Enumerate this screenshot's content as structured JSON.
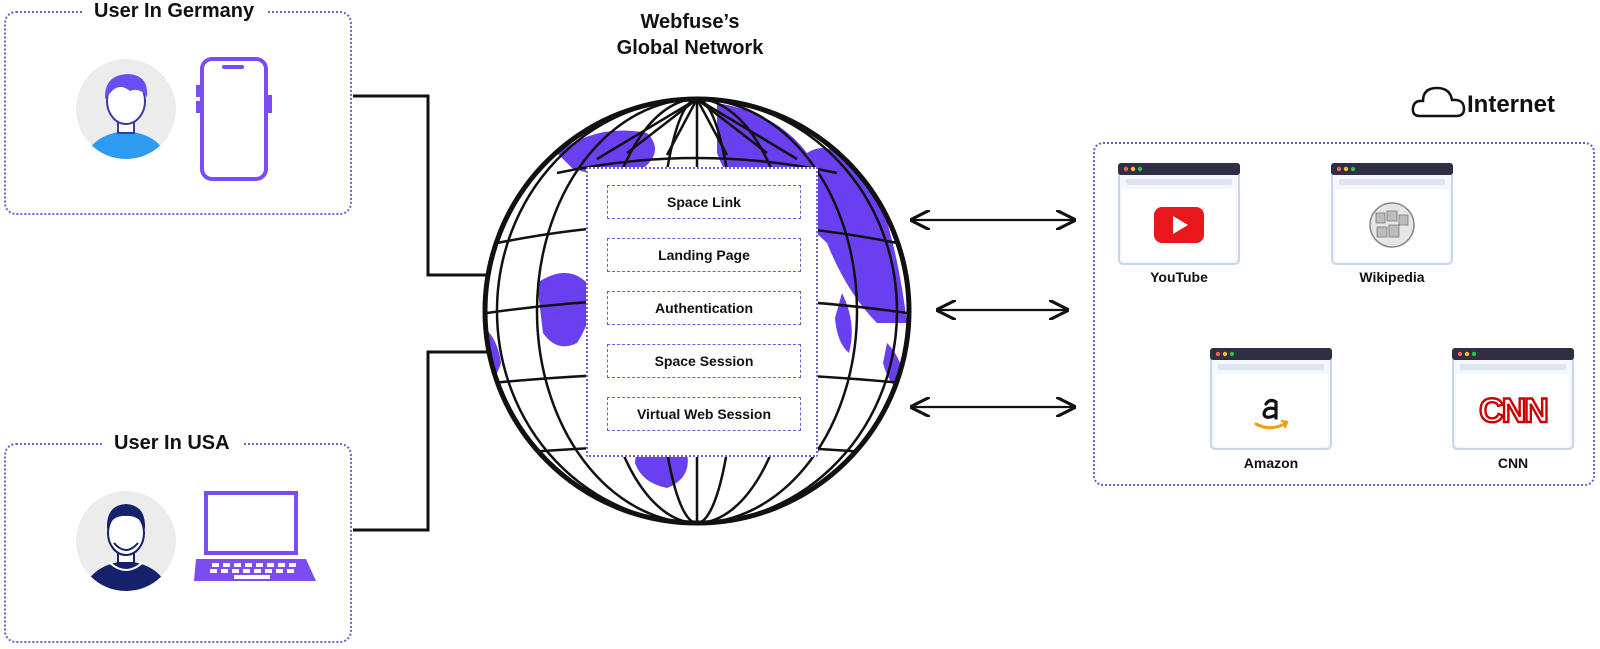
{
  "network": {
    "title_line1": "Webfuse’s",
    "title_line2": "Global Network"
  },
  "users": [
    {
      "title": "User In Germany",
      "device": "phone"
    },
    {
      "title": "User In USA",
      "device": "laptop"
    }
  ],
  "stack": {
    "items": [
      "Space Link",
      "Landing Page",
      "Authentication",
      "Space Session",
      "Virtual Web Session"
    ]
  },
  "internet": {
    "label": "Internet",
    "sites": [
      {
        "name": "YouTube",
        "icon": "youtube-logo-icon"
      },
      {
        "name": "Wikipedia",
        "icon": "wikipedia-globe-icon"
      },
      {
        "name": "Amazon",
        "icon": "amazon-logo-icon"
      },
      {
        "name": "CNN",
        "icon": "cnn-logo-icon",
        "logo_text": "CNN"
      }
    ]
  },
  "colors": {
    "accent": "#6e5fcf",
    "device": "#7b4cf0",
    "land": "#6a3ff0",
    "browser_frame": "#c9d5ea",
    "browser_bar": "#2e2f45",
    "youtube": "#e9171b",
    "cnn": "#cc0000"
  }
}
